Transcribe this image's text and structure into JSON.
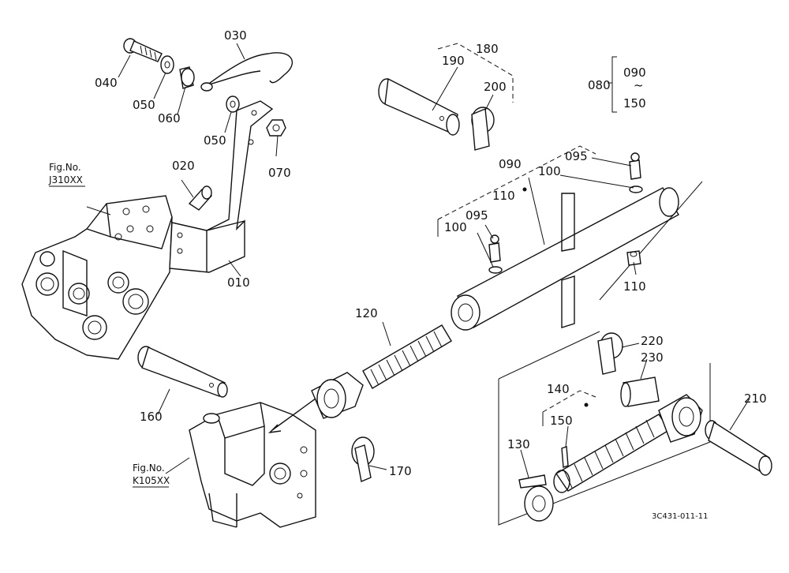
{
  "callouts": {
    "p010": "010",
    "p020": "020",
    "p030": "030",
    "p040": "040",
    "p050a": "050",
    "p050b": "050",
    "p060": "060",
    "p070": "070",
    "p080": "080",
    "p080_from": "090",
    "p080_tilde": "~",
    "p080_to": "150",
    "p090": "090",
    "p095a": "095",
    "p095b": "095",
    "p100a": "100",
    "p100b": "100",
    "p110a": "110",
    "p110b": "110",
    "p120": "120",
    "p130": "130",
    "p140": "140",
    "p150": "150",
    "p160": "160",
    "p170": "170",
    "p180": "180",
    "p190": "190",
    "p200": "200",
    "p210": "210",
    "p220": "220",
    "p230": "230"
  },
  "references": {
    "fig_a_line1": "Fig.No.",
    "fig_a_line2": "J310XX",
    "fig_b_line1": "Fig.No.",
    "fig_b_line2": "K105XX"
  },
  "drawing_code": "3C431-011-11"
}
